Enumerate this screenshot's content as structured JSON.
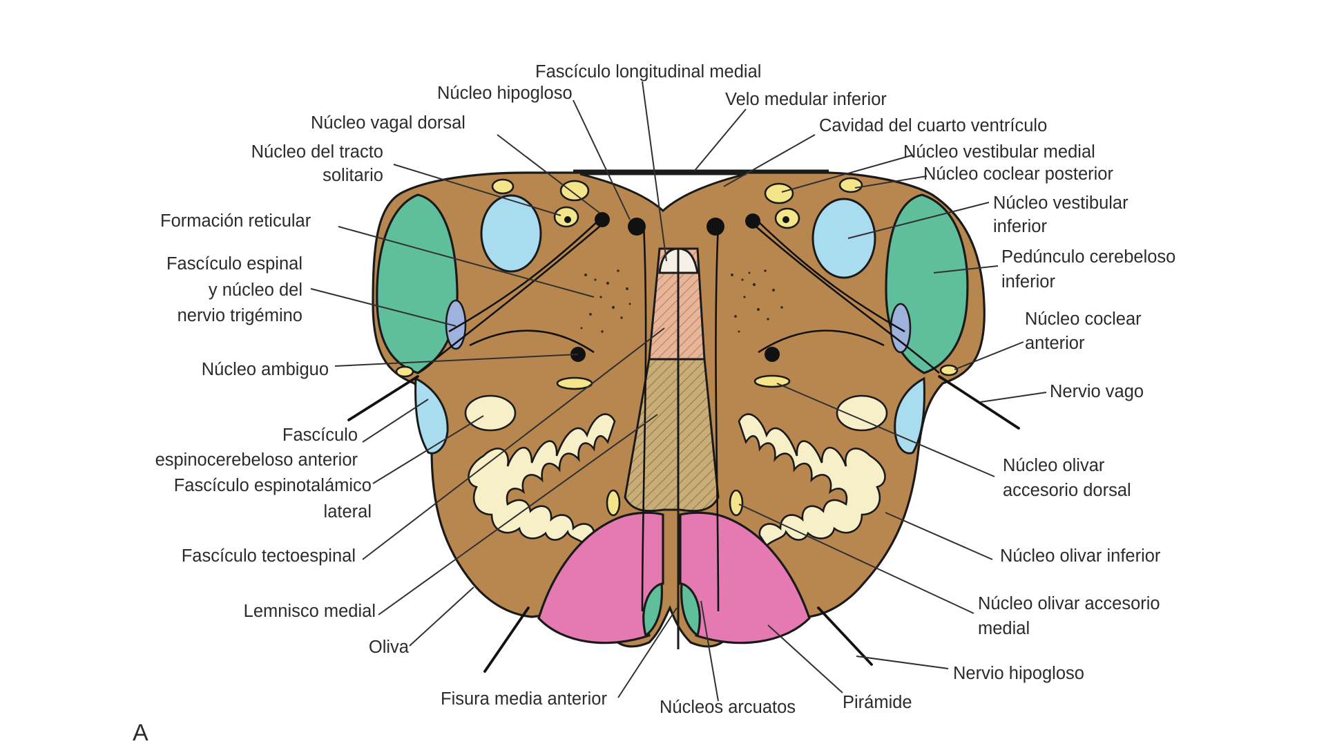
{
  "figure": {
    "panel_letter": "A",
    "labels": {
      "fasciculo_longitudinal_medial": "Fascículo longitudinal medial",
      "nucleo_hipogloso": "Núcleo hipogloso",
      "velo_medular_inferior": "Velo medular inferior",
      "nucleo_vagal_dorsal": "Núcleo vagal dorsal",
      "cavidad_cuarto_ventriculo": "Cavidad del cuarto ventrículo",
      "nucleo_tracto_solitario_1": "Núcleo del tracto",
      "nucleo_tracto_solitario_2": "solitario",
      "nucleo_vestibular_medial": "Núcleo vestibular medial",
      "nucleo_coclear_posterior": "Núcleo coclear posterior",
      "formacion_reticular": "Formación reticular",
      "nucleo_vestibular_inferior_1": "Núcleo vestibular",
      "nucleo_vestibular_inferior_2": "inferior",
      "fasciculo_espinal_1": "Fascículo espinal",
      "fasciculo_espinal_2": "y núcleo del",
      "fasciculo_espinal_3": "nervio trigémino",
      "pedunculo_cerebeloso_1": "Pedúnculo cerebeloso",
      "pedunculo_cerebeloso_2": "inferior",
      "nucleo_coclear_anterior_1": "Núcleo coclear",
      "nucleo_coclear_anterior_2": "anterior",
      "nucleo_ambiguo": "Núcleo ambiguo",
      "nervio_vago": "Nervio vago",
      "fasciculo_espinocerebeloso_1": "Fascículo",
      "fasciculo_espinocerebeloso_2": "espinocerebeloso anterior",
      "fasciculo_espinotalamico_1": "Fascículo espinotalámico",
      "fasciculo_espinotalamico_2": "lateral",
      "nucleo_olivar_acc_dorsal_1": "Núcleo olivar",
      "nucleo_olivar_acc_dorsal_2": "accesorio dorsal",
      "fasciculo_tectoespinal": "Fascículo tectoespinal",
      "nucleo_olivar_inferior": "Núcleo olivar inferior",
      "lemnisco_medial": "Lemnisco medial",
      "nucleo_olivar_acc_medial_1": "Núcleo olivar accesorio",
      "nucleo_olivar_acc_medial_2": "medial",
      "oliva": "Oliva",
      "nervio_hipogloso": "Nervio hipogloso",
      "fisura_media_anterior": "Fisura media anterior",
      "nucleos_arcuatos": "Núcleos arcuatos",
      "piramide": "Pirámide"
    },
    "colors": {
      "tissue": "#b8874f",
      "cerebellar_peduncle": "#5fbf9d",
      "vestibular_cochlear": "#a9dcee",
      "pyramid": "#e57ab3",
      "olivary_nucleus": "#f6efc8",
      "small_nuclei": "#f4e48a",
      "trigeminal": "#9eb2dd",
      "medial_lemniscus_upper": "#e8b49a",
      "medial_lemniscus_lower": "#c9ad78"
    }
  }
}
